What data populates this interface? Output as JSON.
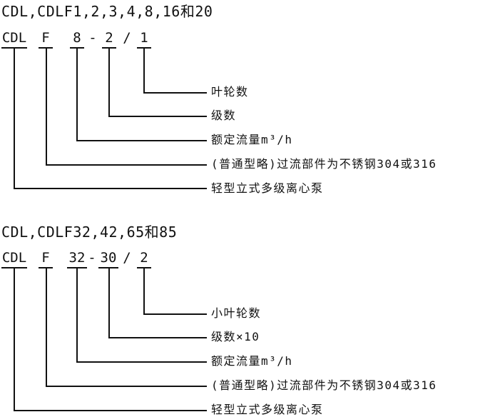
{
  "diagrams": [
    {
      "title": "CDL,CDLF1,2,3,4,8,16和20",
      "codes": [
        {
          "id": "cdl",
          "text": "CDL"
        },
        {
          "id": "f",
          "text": "F"
        },
        {
          "id": "flow",
          "text": "8"
        },
        {
          "id": "dash",
          "text": "-"
        },
        {
          "id": "stage",
          "text": "2"
        },
        {
          "id": "slash",
          "text": "/"
        },
        {
          "id": "impeller",
          "text": "1"
        }
      ],
      "labels": [
        {
          "text": "叶轮数"
        },
        {
          "text": "级数"
        },
        {
          "text": "额定流量m³/h"
        },
        {
          "text": "(普通型略)过流部件为不锈钢304或316"
        },
        {
          "text": "轻型立式多级离心泵"
        }
      ]
    },
    {
      "title": "CDL,CDLF32,42,65和85",
      "codes": [
        {
          "id": "cdl",
          "text": "CDL"
        },
        {
          "id": "f",
          "text": "F"
        },
        {
          "id": "flow",
          "text": "32"
        },
        {
          "id": "dash",
          "text": "-"
        },
        {
          "id": "stage",
          "text": "30"
        },
        {
          "id": "slash",
          "text": "/"
        },
        {
          "id": "impeller",
          "text": "2"
        }
      ],
      "labels": [
        {
          "text": "小叶轮数"
        },
        {
          "text": "级数×10"
        },
        {
          "text": "额定流量m³/h"
        },
        {
          "text": "(普通型略)过流部件为不锈钢304或316"
        },
        {
          "text": "轻型立式多级离心泵"
        }
      ]
    }
  ]
}
